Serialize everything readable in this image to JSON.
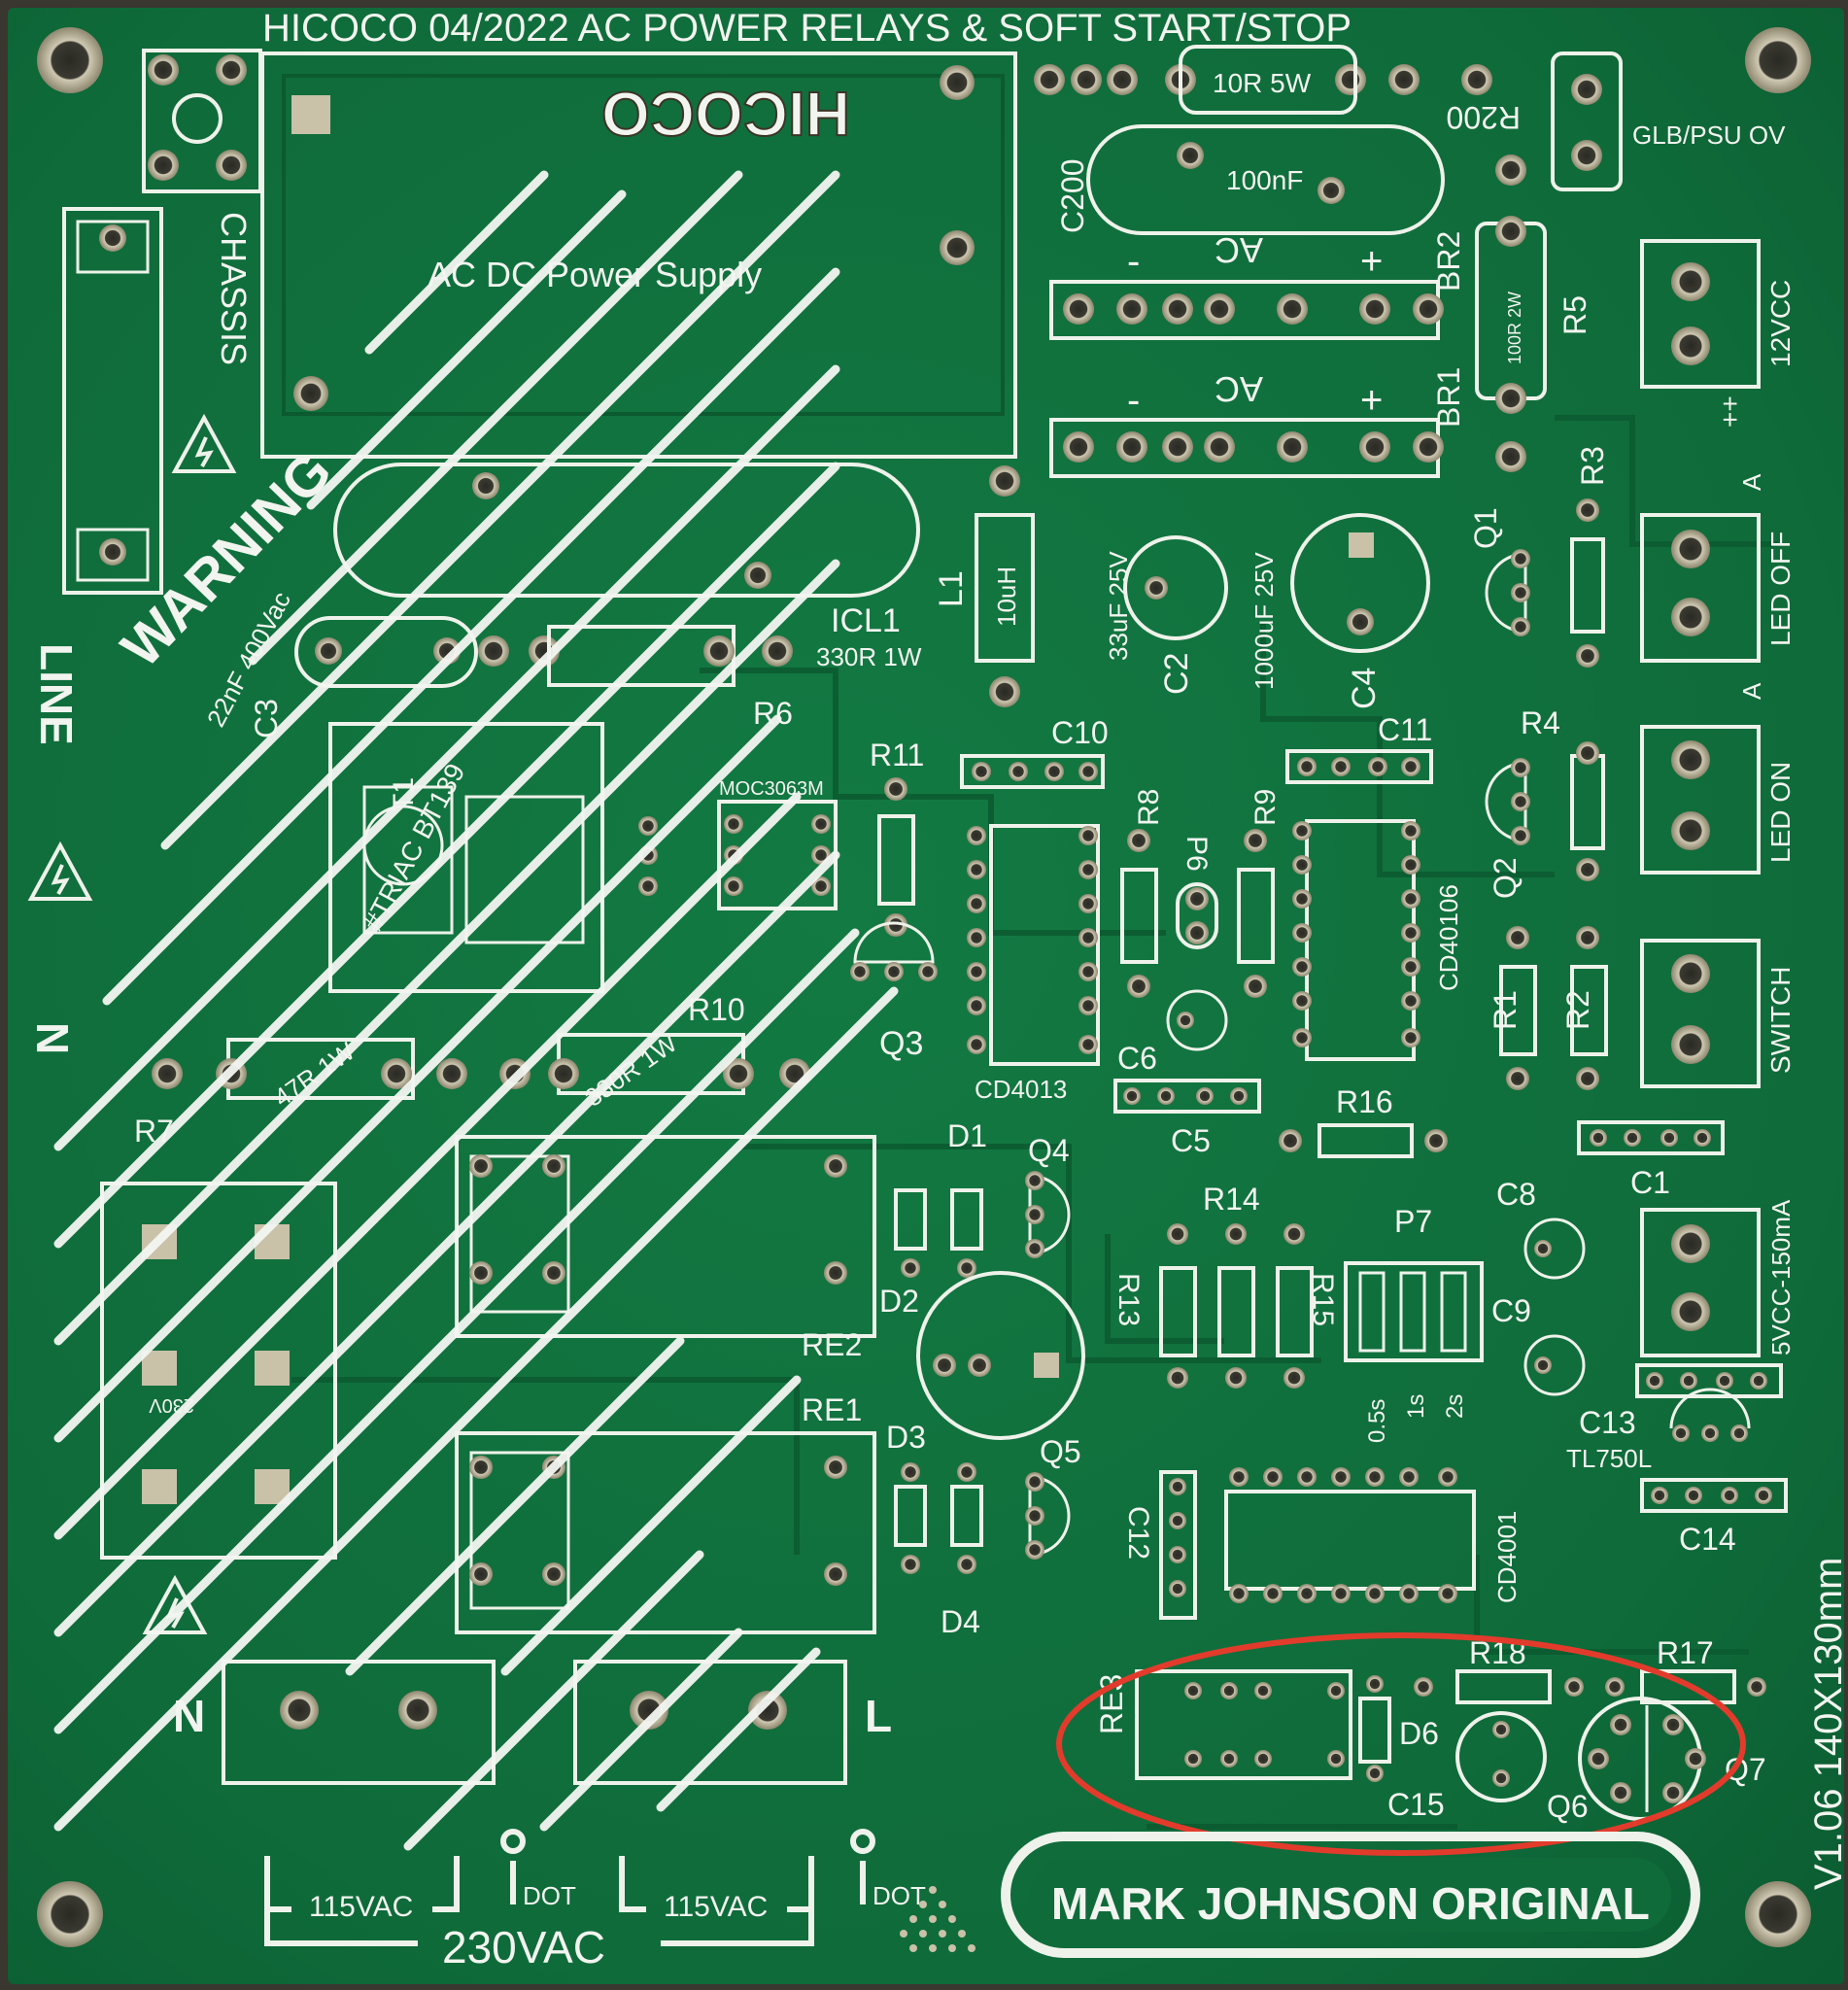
{
  "board": {
    "title": "HICOCO 04/2022 AC POWER RELAYS & SOFT START/STOP",
    "brand_mark": "HICOCO",
    "version": "V1.06 140X130mm",
    "credit": "MARK JOHNSON ORIGINAL",
    "warning": "WARNING",
    "power_supply_label": "AC DC Power Supply",
    "colors": {
      "pcb": "#0f6b3a",
      "pcb_dark": "#0b5a30",
      "silk": "#f2f4ef",
      "pad": "#c9c1a8",
      "annotation": "#e23b2c"
    }
  },
  "labels": {
    "chassis": "CHASSIS",
    "line": "LINE",
    "n_left": "N",
    "n_bottom": "N",
    "l_bottom": "L",
    "r200_val": "10R 5W",
    "r200": "R200",
    "c200": "C200",
    "c200_val": "100nF",
    "glb": "GLB/PSU OV",
    "br1": "BR1",
    "br2": "BR2",
    "ac": "AC",
    "minus": "-",
    "plus": "+",
    "r5": "R5",
    "r5_val": "100R 2W",
    "v12": "12VCC",
    "icl1": "ICL1",
    "icl1_val": "330R 1W",
    "c3": "C3",
    "c3_val": "22nF 400Vac",
    "t1": "T1",
    "triac": "#TRIAC BT139",
    "r6": "R6",
    "l1": "L1",
    "l1_val": "10uH",
    "c2": "C2",
    "c2_val": "33uF 25V",
    "c4": "C4",
    "c4_val": "1000uF 25V",
    "q1": "Q1",
    "r3": "R3",
    "led_off": "LED OFF",
    "led_on": "LED ON",
    "switch": "SWITCH",
    "r11": "R11",
    "moc": "MOC3063M",
    "c10": "C10",
    "c11": "C11",
    "r8": "R8",
    "r9": "R9",
    "p6": "P6",
    "cd40106": "CD40106",
    "r4": "R4",
    "q2": "Q2",
    "r1": "R1",
    "r2": "R2",
    "q3": "Q3",
    "cd4013": "CD4013",
    "c6": "C6",
    "c5": "C5",
    "r16": "R16",
    "r10": "R10",
    "r10_val": "330R 1W",
    "r7": "R7",
    "r7_val": "47R 1W",
    "d1": "D1",
    "q4": "Q4",
    "d2": "D2",
    "re2": "RE2",
    "re1": "RE1",
    "d3": "D3",
    "q5": "Q5",
    "d4": "D4",
    "r14": "R14",
    "p7": "P7",
    "r13": "R13",
    "r15": "R15",
    "c9": "C9",
    "c8": "C8",
    "c1": "C1",
    "v5": "5VCC-150mA",
    "c13": "C13",
    "tl750l": "TL750L",
    "c14": "C14",
    "c12": "C12",
    "cd4001": "CD4001",
    "t05": "0.5s",
    "t1s": "1s",
    "t2s": "2s",
    "re3": "RE3",
    "d6": "D6",
    "r18": "R18",
    "r17": "R17",
    "c15": "C15",
    "q6": "Q6",
    "q7": "Q7",
    "vac115a": "115VAC",
    "vac115b": "115VAC",
    "vac230": "230VAC",
    "dot1": "DOT",
    "dot2": "DOT",
    "v230_small": "230V",
    "mark_a": "A",
    "pp": "++"
  }
}
